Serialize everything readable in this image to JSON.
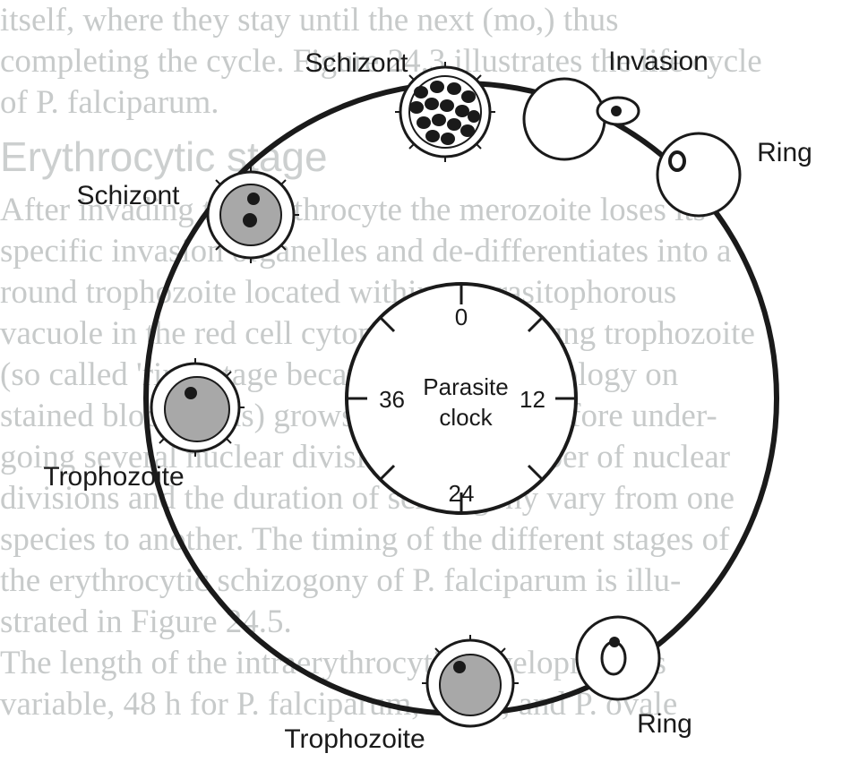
{
  "background_text": [
    "itself, where they stay until the next (mo,) thus",
    "completing the cycle. Figure 24.3 illustrates the life cycle",
    "of P. falciparum.",
    "Erythrocytic stage",
    "After invading the erythrocyte the merozoite loses its",
    "specific invasion organelles and de-differentiates into a",
    "round trophozoite located within a parasitophorous",
    "vacuole in the red cell cytoplasm. The young trophozoite",
    "(so called 'ring' stage because of its morphology on",
    "stained blood films) grows substantially before under-",
    "going several nuclear divisions. The number of nuclear",
    "divisions and the duration of schizogony vary from one",
    "species to another. The timing of the different stages of",
    "the erythrocytic schizogony of P. falciparum is illu-",
    "strated in Figure 24.5.",
    "The length of the intraerythrocytic development is",
    "variable, 48 h for P. falciparum, vivax, and P. ovale"
  ],
  "clock": {
    "label_line1": "Parasite",
    "label_line2": "clock",
    "marks": [
      "0",
      "12",
      "24",
      "36"
    ]
  },
  "stages": {
    "schizont_top": "Schizont",
    "invasion": "Invasion",
    "ring_top": "Ring",
    "schizont_left": "Schizont",
    "trophozoite_left": "Trophozoite",
    "trophozoite_bottom": "Trophozoite",
    "ring_bottom": "Ring"
  },
  "colors": {
    "ink": "#1a1a1a",
    "cell_gray": "#a8a8a8",
    "paper": "#ffffff"
  }
}
